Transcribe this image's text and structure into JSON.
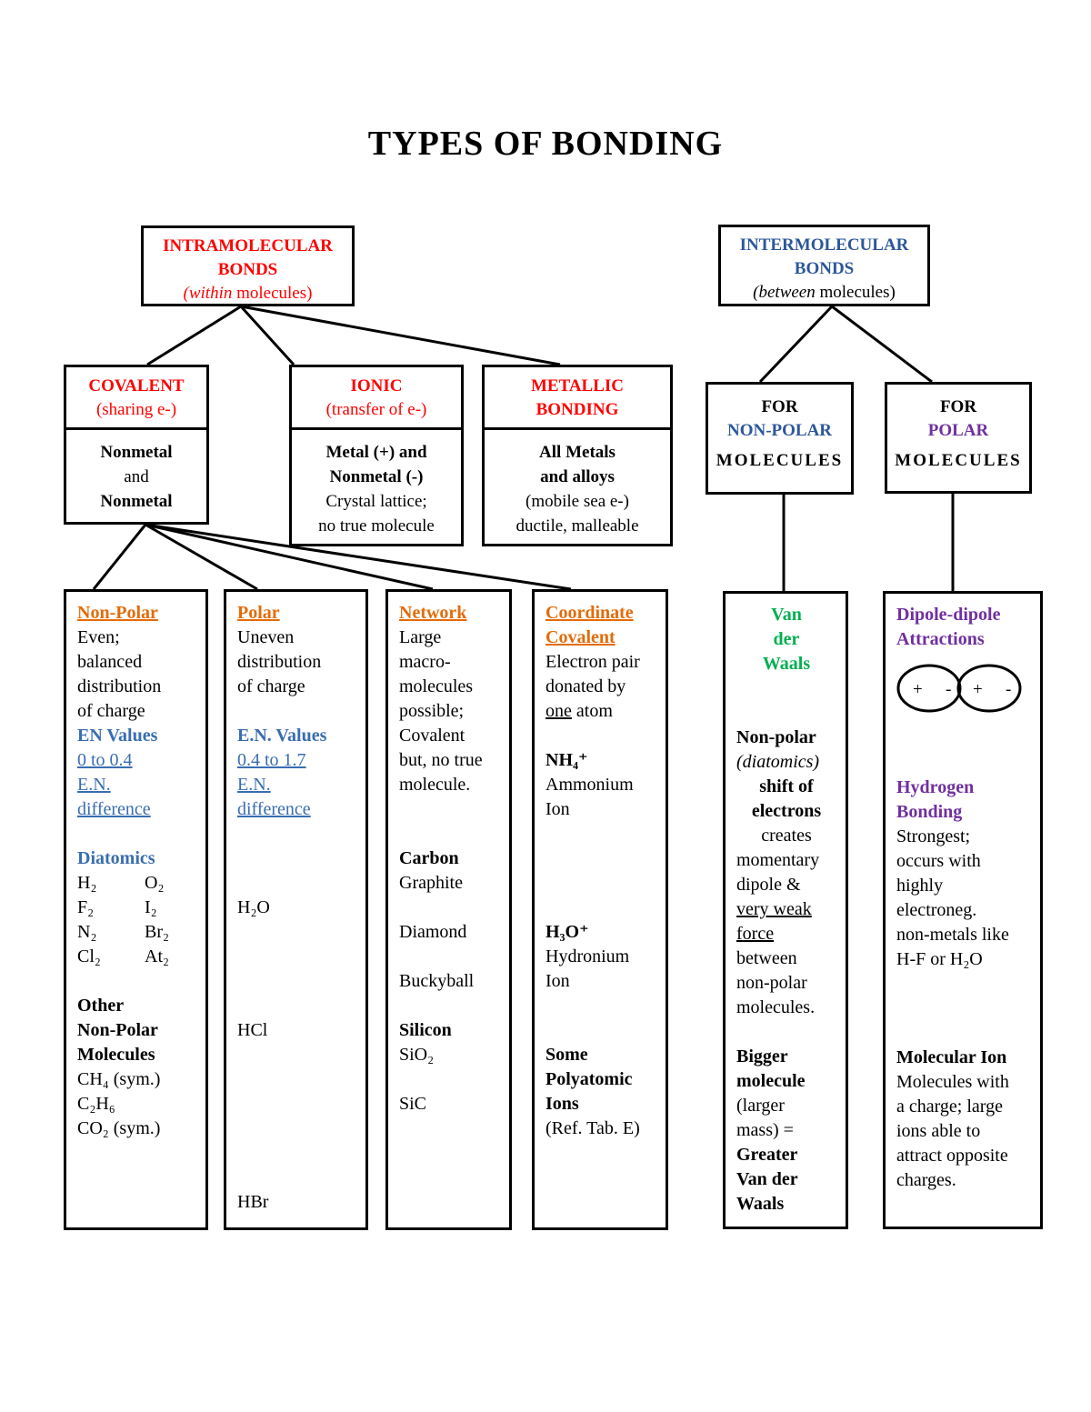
{
  "title": "TYPES OF BONDING",
  "colors": {
    "red": "#FF0000",
    "dark_blue": "#2B579A",
    "blue": "#3A6DB0",
    "orange": "#E36C09",
    "purple": "#7030A0",
    "green": "#00B050",
    "text": "#000000",
    "background": "#FFFFFF"
  },
  "intra": {
    "line1": "INTRAMOLECULAR",
    "line2": "BONDS",
    "paren_italic": "(within",
    "paren_rest": " molecules)"
  },
  "inter": {
    "line1": "INTERMOLECULAR",
    "line2": "BONDS",
    "paren_italic": "(between",
    "paren_rest": " molecules)"
  },
  "covalent": {
    "header": [
      "COVALENT",
      "(sharing e-)"
    ],
    "body": [
      "Nonmetal",
      "and",
      "Nonmetal"
    ]
  },
  "ionic": {
    "header": [
      "IONIC",
      "(transfer of e-)"
    ],
    "body": [
      "Metal (+) and",
      "Nonmetal (-)",
      "Crystal lattice;",
      "no true molecule"
    ]
  },
  "metallic": {
    "header": [
      "METALLIC",
      "BONDING"
    ],
    "body": [
      "All Metals",
      "and alloys",
      "(mobile sea e-)",
      "ductile, malleable"
    ]
  },
  "for_nonpolar": {
    "l1": "FOR",
    "l2": "NON-POLAR",
    "l3": "MOLECULES"
  },
  "for_polar": {
    "l1": "FOR",
    "l2": "POLAR",
    "l3": "MOLECULES"
  },
  "dipole_signs": [
    "+",
    "-",
    "+",
    "-"
  ],
  "columns": [
    {
      "id": "non-polar",
      "lines": [
        {
          "s": "oh",
          "t": "Non-Polar"
        },
        {
          "s": "t",
          "t": "Even;"
        },
        {
          "s": "t",
          "t": "balanced"
        },
        {
          "s": "t",
          "t": "distribution"
        },
        {
          "s": "t",
          "t": "of charge"
        },
        {
          "s": "bh",
          "t": "EN Values"
        },
        {
          "s": "bu",
          "t": "0 to 0.4"
        },
        {
          "s": "bu",
          "t": "E.N."
        },
        {
          "s": "bu",
          "t": "difference"
        },
        {
          "s": "gap"
        },
        {
          "s": "bh",
          "t": "Diatomics"
        },
        {
          "s": "pair",
          "a": "H₂",
          "b": "O₂"
        },
        {
          "s": "pair",
          "a": "F₂",
          "b": "I₂"
        },
        {
          "s": "pair",
          "a": "N₂",
          "b": "Br₂"
        },
        {
          "s": "pair",
          "a": "Cl₂",
          "b": "At₂"
        },
        {
          "s": "gap"
        },
        {
          "s": "b",
          "t": "Other"
        },
        {
          "s": "b",
          "t": "Non-Polar"
        },
        {
          "s": "b",
          "t": "Molecules"
        },
        {
          "s": "t",
          "t": "CH₄ (sym.)"
        },
        {
          "s": "t",
          "t": "C₂H₆"
        },
        {
          "s": "t",
          "t": "CO₂ (sym.)"
        }
      ]
    },
    {
      "id": "polar",
      "lines": [
        {
          "s": "oh",
          "t": "Polar"
        },
        {
          "s": "t",
          "t": "Uneven"
        },
        {
          "s": "t",
          "t": "distribution"
        },
        {
          "s": "t",
          "t": "of charge"
        },
        {
          "s": "gap"
        },
        {
          "s": "bh",
          "t": "E.N. Values"
        },
        {
          "s": "bu",
          "t": "0.4 to 1.7"
        },
        {
          "s": "bu",
          "t": "E.N."
        },
        {
          "s": "bu",
          "t": "difference"
        },
        {
          "s": "gap"
        },
        {
          "s": "gap"
        },
        {
          "s": "gap"
        },
        {
          "s": "t",
          "t": "H₂O"
        },
        {
          "s": "gap"
        },
        {
          "s": "gap"
        },
        {
          "s": "gap"
        },
        {
          "s": "gap"
        },
        {
          "s": "t",
          "t": "HCl"
        },
        {
          "s": "gap"
        },
        {
          "s": "gap"
        },
        {
          "s": "gap"
        },
        {
          "s": "gap"
        },
        {
          "s": "gap"
        },
        {
          "s": "gap"
        },
        {
          "s": "t",
          "t": "HBr"
        }
      ]
    },
    {
      "id": "network",
      "lines": [
        {
          "s": "oh",
          "t": "Network"
        },
        {
          "s": "t",
          "t": "Large"
        },
        {
          "s": "t",
          "t": "macro-"
        },
        {
          "s": "t",
          "t": "molecules"
        },
        {
          "s": "t",
          "t": "possible;"
        },
        {
          "s": "t",
          "t": "Covalent"
        },
        {
          "s": "t",
          "t": "but, no true"
        },
        {
          "s": "t",
          "t": "molecule."
        },
        {
          "s": "gap"
        },
        {
          "s": "gap"
        },
        {
          "s": "b",
          "t": "Carbon"
        },
        {
          "s": "t",
          "t": "Graphite"
        },
        {
          "s": "gap"
        },
        {
          "s": "t",
          "t": "Diamond"
        },
        {
          "s": "gap"
        },
        {
          "s": "t",
          "t": "Buckyball"
        },
        {
          "s": "gap"
        },
        {
          "s": "b",
          "t": "Silicon"
        },
        {
          "s": "t",
          "t": "SiO₂"
        },
        {
          "s": "gap"
        },
        {
          "s": "t",
          "t": "SiC"
        }
      ]
    },
    {
      "id": "coordinate-covalent",
      "lines": [
        {
          "s": "oh",
          "t": "Coordinate"
        },
        {
          "s": "oh",
          "t": "Covalent"
        },
        {
          "s": "t",
          "t": "Electron pair"
        },
        {
          "s": "t",
          "t": "donated by"
        },
        {
          "s": "ufirst",
          "u": "one",
          "rest": " atom"
        },
        {
          "s": "gap"
        },
        {
          "s": "b",
          "t": "NH₄⁺"
        },
        {
          "s": "t",
          "t": "Ammonium"
        },
        {
          "s": "t",
          "t": "Ion"
        },
        {
          "s": "gap"
        },
        {
          "s": "gap"
        },
        {
          "s": "gap"
        },
        {
          "s": "gap"
        },
        {
          "s": "b",
          "t": "H₃O⁺"
        },
        {
          "s": "t",
          "t": "Hydronium"
        },
        {
          "s": "t",
          "t": "Ion"
        },
        {
          "s": "gap"
        },
        {
          "s": "gap"
        },
        {
          "s": "b",
          "t": "Some"
        },
        {
          "s": "b",
          "t": "Polyatomic"
        },
        {
          "s": "b",
          "t": "Ions"
        },
        {
          "s": "t",
          "t": "(Ref. Tab. E)"
        }
      ]
    },
    {
      "id": "van-der-waals",
      "lines": [
        {
          "s": "gh",
          "t": "Van"
        },
        {
          "s": "gh",
          "t": "der"
        },
        {
          "s": "gh",
          "t": "Waals"
        },
        {
          "s": "gap"
        },
        {
          "s": "gap"
        },
        {
          "s": "b",
          "t": "Non-polar"
        },
        {
          "s": "it",
          "t": "(diatomics)"
        },
        {
          "s": "bc",
          "t": "shift of"
        },
        {
          "s": "bc",
          "t": "electrons"
        },
        {
          "s": "c",
          "t": "creates"
        },
        {
          "s": "t",
          "t": "momentary"
        },
        {
          "s": "t",
          "t": "dipole &"
        },
        {
          "s": "u",
          "t": "very weak"
        },
        {
          "s": "u",
          "t": "force"
        },
        {
          "s": "t",
          "t": "between"
        },
        {
          "s": "t",
          "t": "non-polar"
        },
        {
          "s": "t",
          "t": "molecules."
        },
        {
          "s": "gap"
        },
        {
          "s": "b",
          "t": "Bigger"
        },
        {
          "s": "b",
          "t": "molecule"
        },
        {
          "s": "t",
          "t": "(larger"
        },
        {
          "s": "t",
          "t": "mass) ="
        },
        {
          "s": "b",
          "t": "Greater"
        },
        {
          "s": "b",
          "t": "Van der"
        },
        {
          "s": "b",
          "t": "Waals"
        }
      ]
    },
    {
      "id": "dipole-dipole",
      "lines": [
        {
          "s": "ph",
          "t": "Dipole-dipole"
        },
        {
          "s": "ph",
          "t": "Attractions"
        },
        {
          "s": "dipole"
        },
        {
          "s": "gap"
        },
        {
          "s": "gap"
        },
        {
          "s": "ph",
          "t": "Hydrogen"
        },
        {
          "s": "ph",
          "t": "Bonding"
        },
        {
          "s": "t",
          "t": "Strongest;"
        },
        {
          "s": "t",
          "t": "occurs with"
        },
        {
          "s": "t",
          "t": "highly"
        },
        {
          "s": "t",
          "t": "electroneg."
        },
        {
          "s": "t",
          "t": "non-metals like"
        },
        {
          "s": "t",
          "t": "H-F or H₂O"
        },
        {
          "s": "gap"
        },
        {
          "s": "gap"
        },
        {
          "s": "gap"
        },
        {
          "s": "b",
          "t": "Molecular Ion"
        },
        {
          "s": "t",
          "t": "Molecules with"
        },
        {
          "s": "t",
          "t": "a charge; large"
        },
        {
          "s": "t",
          "t": "ions able to"
        },
        {
          "s": "t",
          "t": "attract opposite"
        },
        {
          "s": "t",
          "t": "charges."
        }
      ]
    }
  ]
}
